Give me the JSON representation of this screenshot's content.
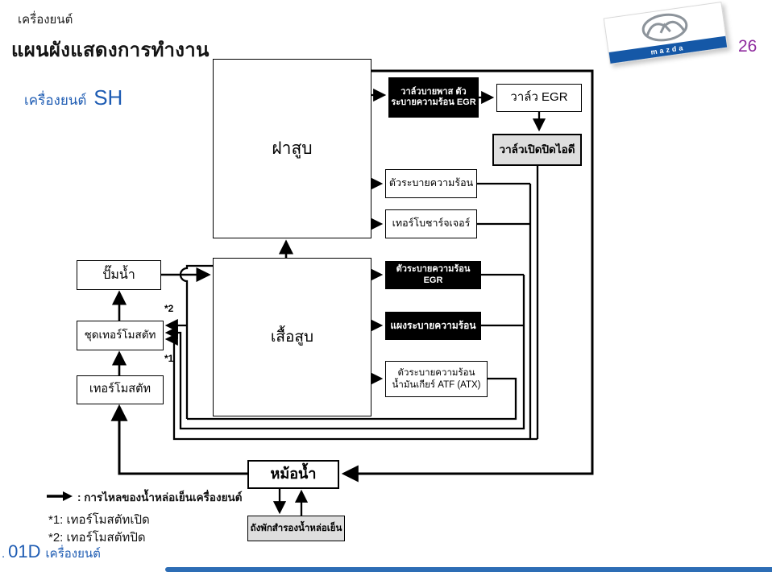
{
  "header": {
    "eyebrow": "เครื่องยนต์",
    "title": "แผนผังแสดงการทำงาน",
    "subtitle_prefix": "เครื่องยนต์",
    "subtitle_engine": "SH",
    "page_number": "26"
  },
  "logo": {
    "brand": "mazda"
  },
  "boxes": {
    "cylinder_head": "ฝาสูบ",
    "cylinder_block": "เสื้อสูบ",
    "egr_cooler_bypass_valve": "วาล์วบายพาส ตัวระบายความร้อน EGR",
    "egr_valve": "วาล์ว EGR",
    "intake_shutter_valve": "วาล์วเปิดปิดไอดี",
    "cooler": "ตัวระบายความร้อน",
    "turbocharger": "เทอร์โบชาร์จเจอร์",
    "egr_cooler": "ตัวระบายความร้อน EGR",
    "heater_core": "แผงระบายความร้อน",
    "atf_cooler": "ตัวระบายความร้อน น้ำมันเกียร์ ATF (ATX)",
    "water_pump": "ปั๊มน้ำ",
    "thermostat_unit": "ชุดเทอร์โมสตัท",
    "thermostat": "เทอร์โมสตัท",
    "radiator": "หม้อน้ำ",
    "reservoir_tank": "ถังพักสำรองน้ำหล่อเย็น"
  },
  "markers": {
    "m1": "*1",
    "m2": "*2"
  },
  "legend": {
    "flow_label": ": การไหลของน้ำหล่อเย็นเครื่องยนต์",
    "note1": "*1: เทอร์โมสตัทเปิด",
    "note2": "*2: เทอร์โมสตัทปิด"
  },
  "footer": {
    "prefix": ".",
    "code": "01D",
    "label": "เครื่องยนต์"
  },
  "colors": {
    "accent_blue": "#1e5cb3",
    "page_number_purple": "#8e2b9e",
    "line_black": "#000000",
    "bar_blue": "#2d6db5",
    "logo_blue": "#1558a7"
  }
}
